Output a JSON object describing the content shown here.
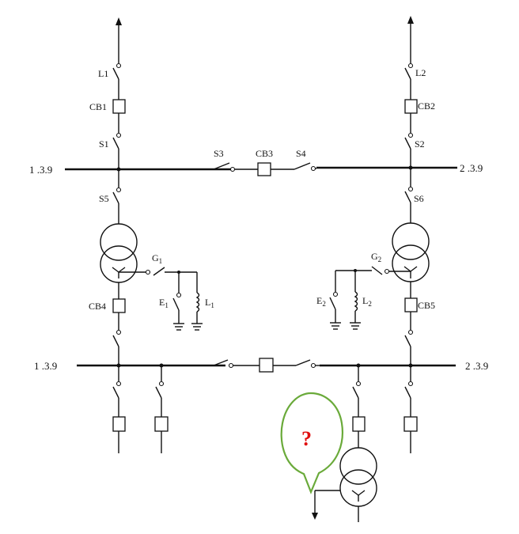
{
  "labels": {
    "L1": "L1",
    "L2": "L2",
    "CB1": "CB1",
    "CB2": "CB2",
    "S1": "S1",
    "S2": "S2",
    "S3": "S3",
    "CB3": "CB3",
    "S4": "S4",
    "S5": "S5",
    "S6": "S6",
    "CB4": "CB4",
    "CB5": "CB5",
    "bus_top_left": "1 .3.9",
    "bus_top_right": "2 .3.9",
    "bus_bottom_left": "1 .3.9",
    "bus_bottom_right": "2 .3.9",
    "G1": "G",
    "G1_sub": "1",
    "G2": "G",
    "G2_sub": "2",
    "E1": "E",
    "E1_sub": "1",
    "E2": "E",
    "E2_sub": "2",
    "Lc1": "L",
    "Lc1_sub": "1",
    "Lc2": "L",
    "Lc2_sub": "2"
  },
  "callout": {
    "text": "?",
    "text_color": "#e01010",
    "border_color": "#6aaa3a"
  }
}
